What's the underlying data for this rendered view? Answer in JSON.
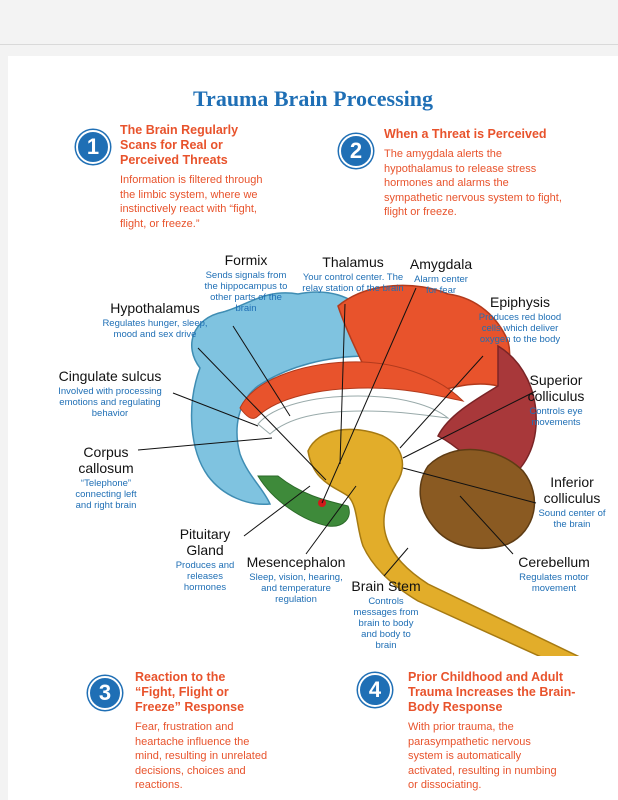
{
  "title": "Trauma Brain Processing",
  "steps": [
    {
      "num": "1",
      "heading": "The Brain Regularly Scans for Real or Perceived Threats",
      "body": "Information is filtered through the limbic system, where we instinctively react with “fight, flight, or freeze.”"
    },
    {
      "num": "2",
      "heading": "When a Threat is Perceived",
      "body": "The amygdala alerts the hypothalamus to release stress hormones and alarms the sympathetic nervous system to fight, flight or freeze."
    },
    {
      "num": "3",
      "heading": "Reaction to the “Fight, Flight or Freeze” Response",
      "body": "Fear, frustration and heartache influence the mind, resulting in unrelated decisions, choices and reactions."
    },
    {
      "num": "4",
      "heading": "Prior Childhood and Adult Trauma Increases the Brain-Body Response",
      "body": "With prior trauma, the parasympathetic nervous system is automatically activated, resulting in numbing or dissociating."
    }
  ],
  "labels": {
    "formix": {
      "name": "Formix",
      "desc": "Sends signals from the hippocampus to other parts of the brain"
    },
    "thalamus": {
      "name": "Thalamus",
      "desc": "Your control center. The relay station of the brain"
    },
    "amygdala": {
      "name": "Amygdala",
      "desc": "Alarm center for fear"
    },
    "hypothalamus": {
      "name": "Hypothalamus",
      "desc": "Regulates hunger, sleep, mood and sex drive"
    },
    "epiphysis": {
      "name": "Epiphysis",
      "desc": "Produces red blood cells which deliver oxygen to the body"
    },
    "cingulate": {
      "name": "Cingulate sulcus",
      "desc": "Involved with processing emotions and regulating behavior"
    },
    "superior": {
      "name": "Superior colliculus",
      "desc": "Controls eye movements"
    },
    "corpus": {
      "name": "Corpus callosum",
      "desc": "“Telephone” connecting left and right brain"
    },
    "inferior": {
      "name": "Inferior colliculus",
      "desc": "Sound center of the brain"
    },
    "pituitary": {
      "name": "Pituitary Gland",
      "desc": "Produces and releases hormones"
    },
    "mesencephalon": {
      "name": "Mesencephalon",
      "desc": "Sleep, vision, hearing, and temperature regulation"
    },
    "brainstem": {
      "name": "Brain Stem",
      "desc": "Controls messages from brain to body and body to brain"
    },
    "cerebellum": {
      "name": "Cerebellum",
      "desc": "Regulates motor movement"
    }
  },
  "colors": {
    "accent": "#1f6fb5",
    "heading": "#e8532c",
    "cortex_blue": "#7fc3e0",
    "cortex_red": "#e8532c",
    "cortex_maroon": "#a8383a",
    "brainstem": "#e2ad2a",
    "cerebellum": "#8a5a22",
    "limbic_green": "#3e8a3a"
  }
}
